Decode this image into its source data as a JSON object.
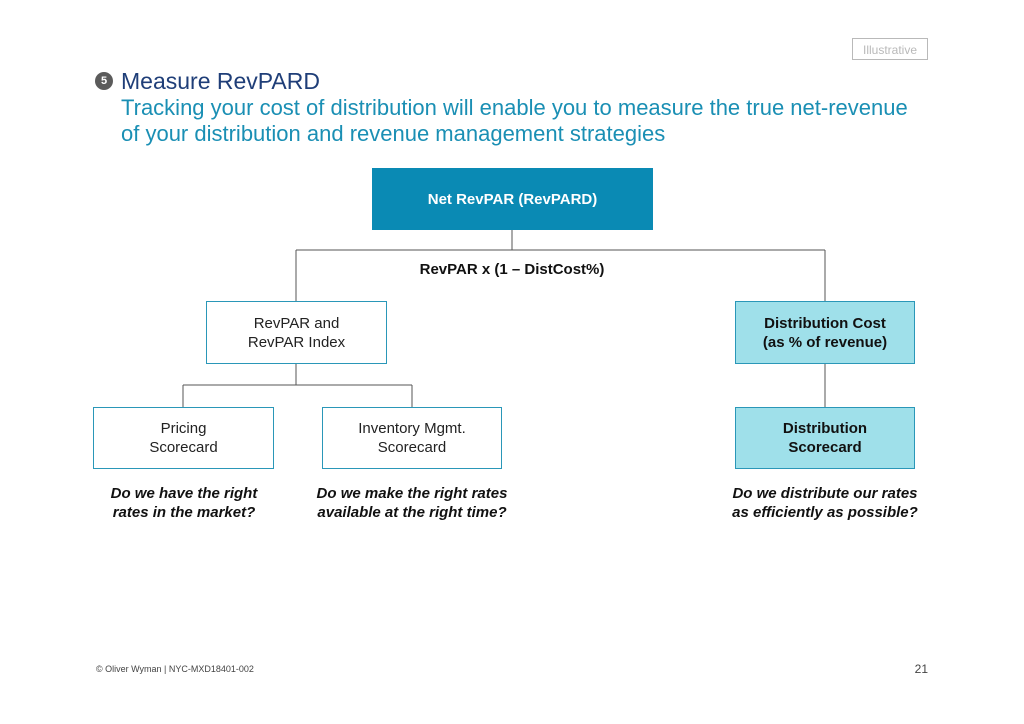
{
  "tag": "Illustrative",
  "step_number": "5",
  "title": "Measure RevPARD",
  "subtitle": "Tracking your cost of distribution will enable you to measure the true net-revenue of your distribution and revenue management strategies",
  "formula": "RevPAR x (1 – DistCost%)",
  "boxes": {
    "top": "Net RevPAR (RevPARD)",
    "revpar_line1": "RevPAR and",
    "revpar_line2": "RevPAR Index",
    "dist_line1": "Distribution Cost",
    "dist_line2": "(as % of revenue)",
    "pricing_line1": "Pricing",
    "pricing_line2": "Scorecard",
    "inventory_line1": "Inventory Mgmt.",
    "inventory_line2": "Scorecard",
    "distsc_line1": "Distribution",
    "distsc_line2": "Scorecard"
  },
  "questions": {
    "q1_line1": "Do we have the right",
    "q1_line2": "rates in the market?",
    "q2_line1": "Do we make the right rates",
    "q2_line2": "available at the right time?",
    "q3_line1": "Do we distribute our rates",
    "q3_line2": "as efficiently as possible?"
  },
  "footer": {
    "left": "© Oliver Wyman | NYC-MXD18401-002",
    "page": "21"
  },
  "colors": {
    "title": "#1f3e78",
    "subtitle": "#1a8fb4",
    "top_box": "#0a8ab4",
    "light_box": "#9fe0ea",
    "border": "#2a97b8"
  }
}
